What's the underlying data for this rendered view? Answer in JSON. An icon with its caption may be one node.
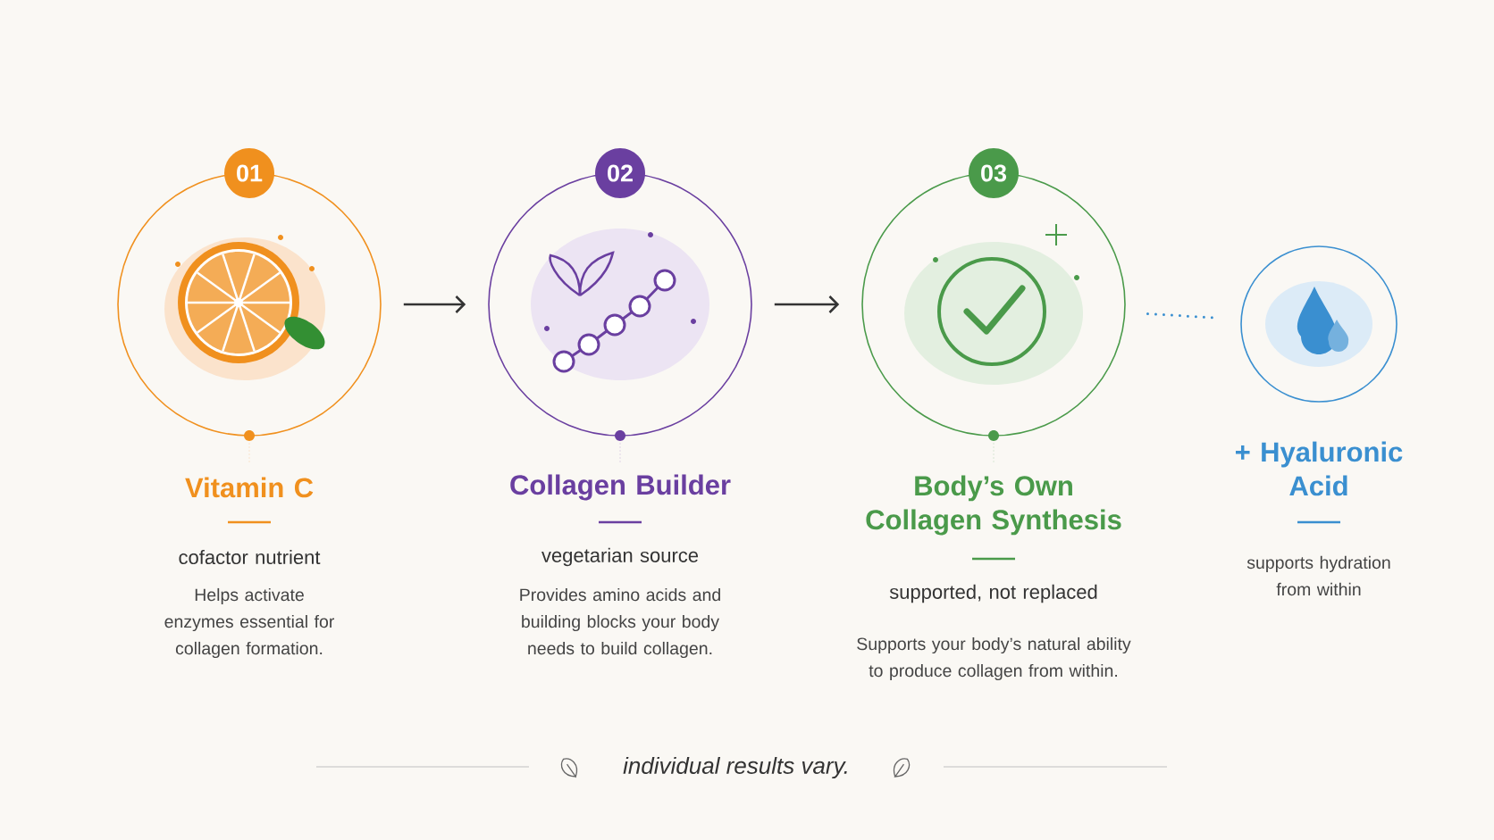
{
  "diagram": {
    "nodes": [
      {
        "text": [
          "01",
          "Vitamin C",
          "cofactor nutrient",
          "Helps activate enzymes essential for collagen formation."
        ]
      },
      {
        "text": [
          "02",
          "Collagen Builder",
          "vegetarian source",
          "Provides amino acids and building blocks your body needs to build collagen."
        ]
      },
      {
        "text": [
          "03",
          "Body’s Own Collagen Synthesis",
          "supported, not replaced",
          "Supports your body’s natural ability to produce collagen from within."
        ]
      },
      {
        "text": [
          "+ Hyaluronic Acid",
          "supports hydration from within"
        ]
      }
    ],
    "edges": [
      {
        "from": 0,
        "to": 1,
        "arrow": "to"
      },
      {
        "from": 1,
        "to": 2,
        "arrow": "to"
      },
      {
        "from": 2,
        "to": 3,
        "arrow": "none",
        "style": "dashed",
        "color": "#3a8fd0"
      }
    ],
    "labels": [
      "individual results vary."
    ]
  }
}
